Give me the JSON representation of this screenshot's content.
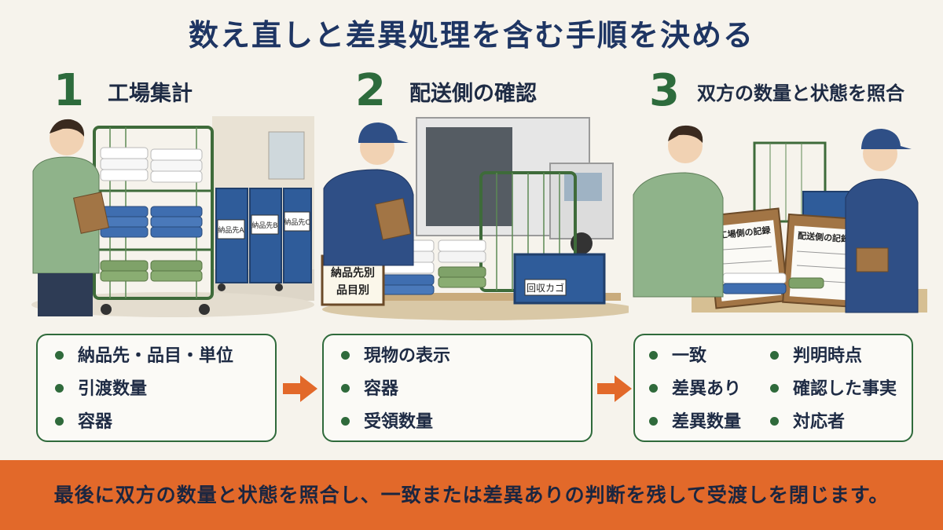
{
  "title": "数え直しと差異処理を含む手順を決める",
  "steps": [
    {
      "number": "1",
      "title": "工場集計",
      "cart_labels": [
        "納品先A",
        "納品先B",
        "納品先C"
      ],
      "items": [
        "納品先・品目・単位",
        "引渡数量",
        "容器"
      ]
    },
    {
      "number": "2",
      "title": "配送側の確認",
      "sign_line1": "納品先別",
      "sign_line2": "品目別",
      "crate_label": "回収カゴ",
      "items": [
        "現物の表示",
        "容器",
        "受領数量"
      ]
    },
    {
      "number": "3",
      "title": "双方の数量と状態を照合",
      "clipboard_left": "工場側の記録",
      "clipboard_right": "配送側の記録",
      "items_left": [
        "一致",
        "差異あり",
        "差異数量"
      ],
      "items_right": [
        "判明時点",
        "確認した事実",
        "対応者"
      ]
    }
  ],
  "banner": "最後に双方の数量と状態を照合し、一致または差異ありの判断を残して受渡しを閉じます。",
  "colors": {
    "background": "#f6f3ec",
    "title": "#1e3563",
    "step_number": "#2d6b3c",
    "box_border": "#2f6a3b",
    "arrow": "#e2692a",
    "banner": "#e2692a"
  }
}
